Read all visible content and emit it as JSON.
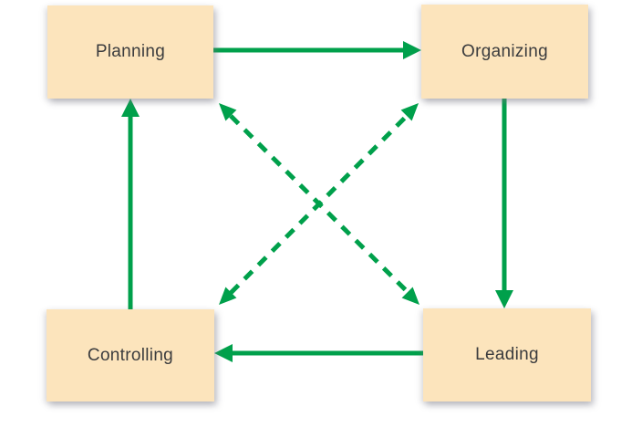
{
  "diagram": {
    "name": "management-functions-cycle",
    "nodes": [
      {
        "id": "planning",
        "label": "Planning"
      },
      {
        "id": "organizing",
        "label": "Organizing"
      },
      {
        "id": "leading",
        "label": "Leading"
      },
      {
        "id": "controlling",
        "label": "Controlling"
      }
    ],
    "edges": [
      {
        "from": "Planning",
        "to": "Organizing",
        "style": "solid",
        "bidirectional": false
      },
      {
        "from": "Organizing",
        "to": "Leading",
        "style": "solid",
        "bidirectional": false
      },
      {
        "from": "Leading",
        "to": "Controlling",
        "style": "solid",
        "bidirectional": false
      },
      {
        "from": "Controlling",
        "to": "Planning",
        "style": "solid",
        "bidirectional": false
      },
      {
        "from": "Planning",
        "to": "Leading",
        "style": "dashed",
        "bidirectional": true
      },
      {
        "from": "Controlling",
        "to": "Organizing",
        "style": "dashed",
        "bidirectional": true
      }
    ],
    "colors": {
      "arrow": "#00A04B",
      "node_fill": "#FCE4BC",
      "node_text": "#3B3C3E",
      "background": "#FFFFFF"
    }
  }
}
